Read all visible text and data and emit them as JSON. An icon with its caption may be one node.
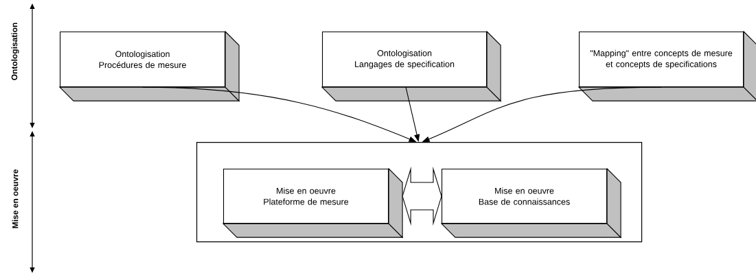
{
  "diagram": {
    "nodes": [
      {
        "text": [
          "Ontologisation",
          "Procédures de mesure"
        ]
      },
      {
        "text": [
          "Ontologisation",
          "Langages de specification"
        ]
      },
      {
        "text": [
          "\"Mapping\" entre concepts de mesure et concepts de specifications"
        ]
      },
      {
        "text": [],
        "shape": "box"
      },
      {
        "text": [
          "Mise en oeuvre",
          "Plateforme de mesure"
        ],
        "in": 3
      },
      {
        "text": [
          "Mise en oeuvre",
          "Base de connaissances"
        ],
        "in": 3
      }
    ],
    "edges": [
      {
        "from": 0,
        "to": 3,
        "arrow": "to"
      },
      {
        "from": 1,
        "to": 3,
        "arrow": "to"
      },
      {
        "from": 2,
        "to": 3,
        "arrow": "to"
      },
      {
        "from": 4,
        "to": 5,
        "arrow": "both"
      }
    ],
    "labels": [
      "Ontologisation",
      "Mise en oeuvre"
    ]
  }
}
